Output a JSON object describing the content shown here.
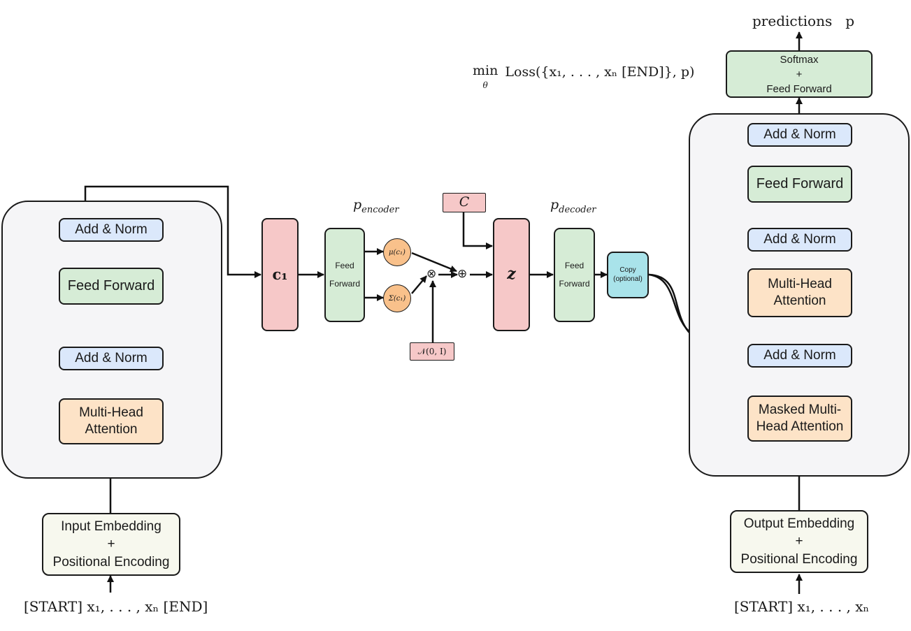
{
  "encoder": {
    "add_norm_top": "Add & Norm",
    "feed_forward": "Feed Forward",
    "add_norm_bottom": "Add & Norm",
    "attention": "Multi-Head\nAttention",
    "embedding": "Input Embedding\n+\nPositional Encoding",
    "input_tokens": "[START] x₁, . . . , xₙ [END]"
  },
  "latent": {
    "c1": "c₁",
    "p_encoder": "p",
    "p_encoder_sub": "encoder",
    "encoder_ff": "Feed\nForward",
    "mu": "μ(c₁)",
    "sigma": "Σ(c₁)",
    "multiply": "⊗",
    "plus": "⊕",
    "noise": "𝒩(0, I)",
    "condition": "C",
    "z": "z",
    "p_decoder": "p",
    "p_decoder_sub": "decoder",
    "decoder_ff": "Feed\nForward",
    "copy": "Copy\n(optional)"
  },
  "decoder": {
    "predictions": "predictions   p",
    "softmax": "Softmax\n+\nFeed Forward",
    "add_norm_top": "Add & Norm",
    "feed_forward": "Feed Forward",
    "add_norm_mid": "Add & Norm",
    "attention": "Multi-Head\nAttention",
    "add_norm_bottom": "Add & Norm",
    "masked_attention": "Masked Multi-\nHead Attention",
    "embedding": "Output Embedding\n+\nPositional Encoding",
    "output_tokens": "[START] x₁, . . . , xₙ"
  },
  "loss": {
    "min": "min",
    "theta": "θ",
    "expression": "Loss({x₁, . . . , xₙ  [END]},  p)"
  },
  "colors": {
    "add_norm": "#dbe8fb",
    "feed_forward": "#d6ecd6",
    "attention": "#fde3c7",
    "embedding": "#f7f8ee",
    "latent": "#f6c8c8",
    "gaussian_params": "#f9c18b",
    "copy": "#a9e3ea",
    "container": "#f5f5f7"
  }
}
